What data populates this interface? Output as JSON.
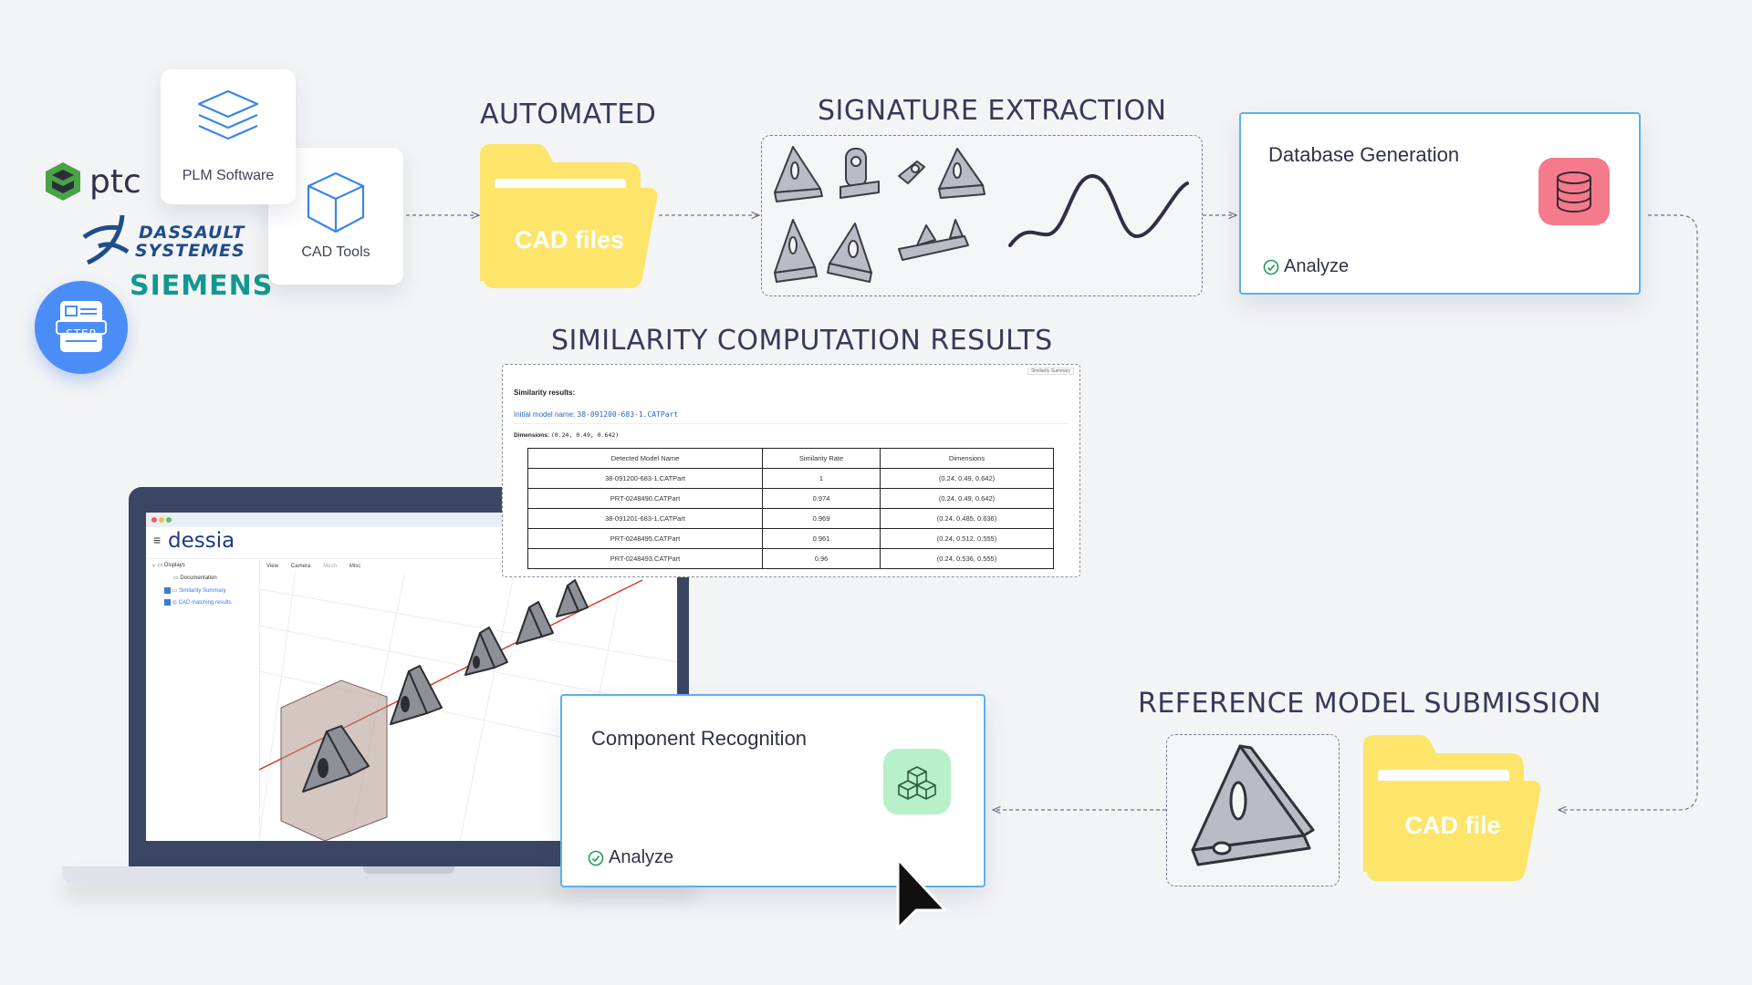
{
  "headings": {
    "automated": "AUTOMATED",
    "signature": "SIGNATURE EXTRACTION",
    "similarity": "SIMILARITY COMPUTATION RESULTS",
    "reference": "REFERENCE MODEL SUBMISSION"
  },
  "logos": {
    "ptc": "ptc",
    "dassault_line1": "DASSAULT",
    "dassault_line2": "SYSTEMES",
    "siemens": "SIEMENS",
    "step": "STEP"
  },
  "cards": {
    "plm": "PLM Software",
    "cad_tools": "CAD Tools"
  },
  "folders": {
    "cad_files": "CAD files",
    "cad_file": "CAD file"
  },
  "boxes": {
    "database": {
      "title": "Database Generation",
      "status": "Analyze"
    },
    "recognition": {
      "title": "Component Recognition",
      "status": "Analyze"
    }
  },
  "results_panel": {
    "tab": "Similarity Summary",
    "heading": "Similarity results:",
    "initial_label": "Initial model name:",
    "initial_value": "38-091200-683-1.CATPart",
    "dimensions_label": "Dimensions:",
    "dimensions_value": "(0.24, 0.49, 0.642)",
    "columns": [
      "Detected Model Name",
      "Similarity Rate",
      "Dimensions"
    ],
    "rows": [
      [
        "38-091200-683-1.CATPart",
        "1",
        "(0.24, 0.49, 0.642)"
      ],
      [
        "PRT-0248490.CATPart",
        "0.974",
        "(0.24, 0.49, 0.642)"
      ],
      [
        "38-091201-683-1.CATPart",
        "0.969",
        "(0.24, 0.485, 0.636)"
      ],
      [
        "PRT-0248495.CATPart",
        "0.961",
        "(0.24, 0.512, 0.555)"
      ],
      [
        "PRT-0248493.CATPart",
        "0.96",
        "(0.24, 0.536, 0.555)"
      ]
    ]
  },
  "app": {
    "brand": "dessia",
    "tree_root": "Displays",
    "tree_items": [
      "Documentation",
      "Similarity Summary",
      "CAD matching results"
    ],
    "toolbar": [
      "View",
      "Camera",
      "Mesh",
      "Misc"
    ]
  },
  "colors": {
    "accent_blue": "#58b1f2",
    "folder_yellow": "#fde46a",
    "database_icon_bg": "#f47a8c",
    "recognition_icon_bg": "#b7f0c9",
    "check_green": "#1f9d55"
  }
}
